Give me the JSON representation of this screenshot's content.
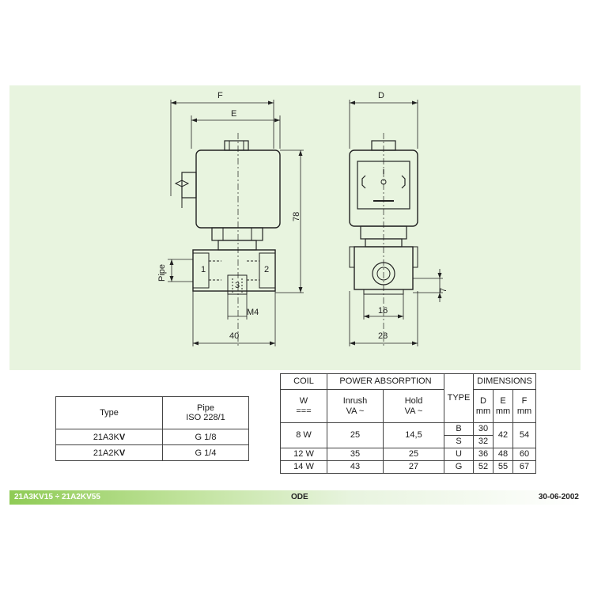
{
  "drawing": {
    "dims": {
      "F": "F",
      "E": "E",
      "D": "D",
      "h78": "78",
      "pipe": "Pipe",
      "m4": "M4",
      "w40": "40",
      "w28": "28",
      "w16": "16",
      "h7": "7",
      "port1": "1",
      "port2": "2",
      "port3": "3"
    }
  },
  "type_table": {
    "header_type": "Type",
    "header_pipe_line1": "Pipe",
    "header_pipe_line2": "ISO 228/1",
    "rows": [
      {
        "type_prefix": "21A3K",
        "type_suffix": "V",
        "pipe": "G 1/8"
      },
      {
        "type_prefix": "21A2K",
        "type_suffix": "V",
        "pipe": "G 1/4"
      }
    ]
  },
  "coil_table": {
    "h_coil": "COIL",
    "h_power": "POWER ABSORPTION",
    "h_type": "TYPE",
    "h_dims": "DIMENSIONS",
    "h_w": "W",
    "h_w_sym": "===",
    "h_inrush": "Inrush",
    "h_inrush_unit": "VA ~",
    "h_hold": "Hold",
    "h_hold_unit": "VA ~",
    "h_d": "D",
    "h_e": "E",
    "h_f": "F",
    "h_mm": "mm",
    "rows": [
      {
        "coil": "8 W",
        "inrush": "25",
        "hold": "14,5",
        "type": "B",
        "d": "30",
        "e": "42",
        "f": "54"
      },
      {
        "type": "S",
        "d": "32"
      },
      {
        "coil": "12 W",
        "inrush": "35",
        "hold": "25",
        "type": "U",
        "d": "36",
        "e": "48",
        "f": "60"
      },
      {
        "coil": "14 W",
        "inrush": "43",
        "hold": "27",
        "type": "G",
        "d": "52",
        "e": "55",
        "f": "67"
      }
    ]
  },
  "footer": {
    "left": "21A3KV15 ÷ 21A2KV55",
    "mid": "ODE",
    "right": "30-06-2002"
  },
  "colors": {
    "drawing_bg": "#e8f4df",
    "footer_green": "#8fcb55"
  }
}
